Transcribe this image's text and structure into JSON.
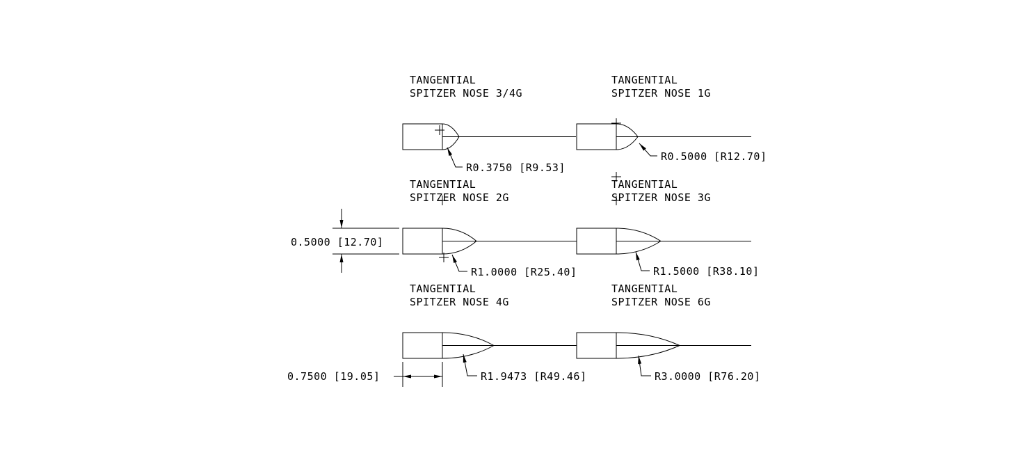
{
  "title_line1": "TANGENTIAL",
  "noses": [
    {
      "name": "SPITZER NOSE 3/4G",
      "radius": "R0.3750 [R9.53]"
    },
    {
      "name": "SPITZER NOSE 1G",
      "radius": "R0.5000 [R12.70]"
    },
    {
      "name": "SPITZER NOSE 2G",
      "radius": "R1.0000 [R25.40]"
    },
    {
      "name": "SPITZER NOSE 3G",
      "radius": "R1.5000 [R38.10]"
    },
    {
      "name": "SPITZER NOSE 4G",
      "radius": "R1.9473 [R49.46]"
    },
    {
      "name": "SPITZER NOSE 6G",
      "radius": "R3.0000 [R76.20]"
    }
  ],
  "dimensions": {
    "diameter": "0.5000 [12.70]",
    "body_length": "0.7500 [19.05]"
  }
}
